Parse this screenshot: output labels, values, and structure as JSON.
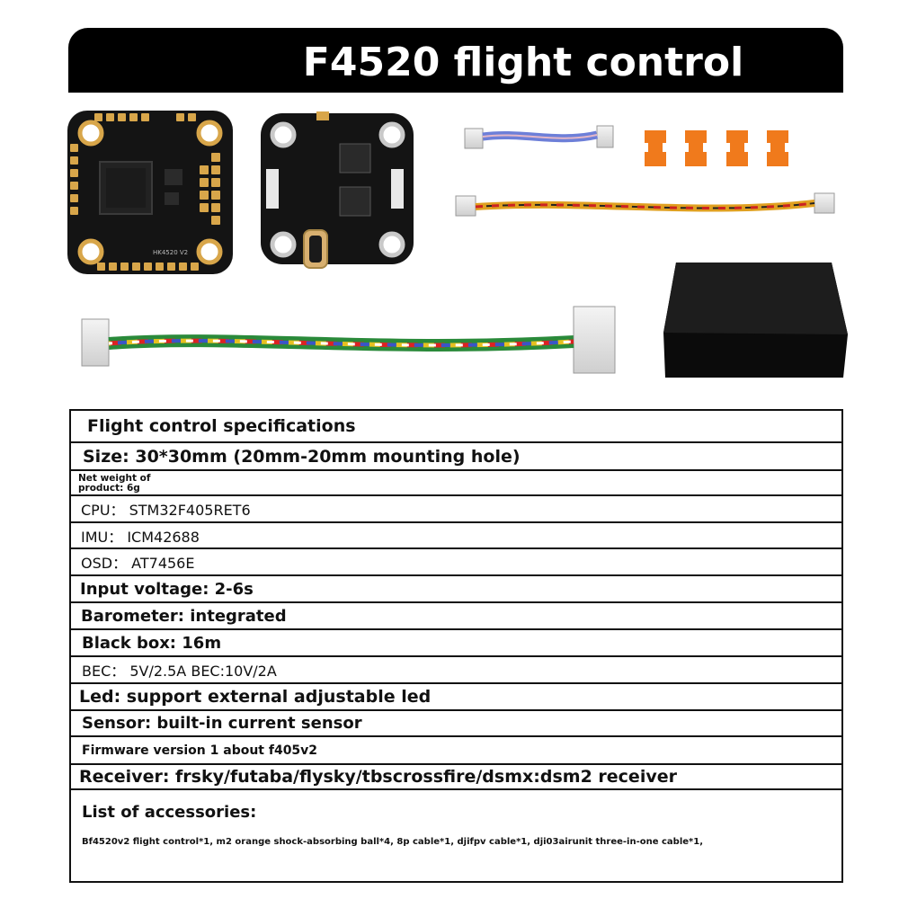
{
  "banner": {
    "title": "F4520 flight control"
  },
  "product_photo": {
    "boards": [
      {
        "silkscreen": "HK4520 V2"
      },
      {
        "silkscreen": ""
      }
    ],
    "colors": {
      "board": "#111111",
      "pad": "#d8a64a",
      "shock_ball": "#f07a1c",
      "box": "#0b0b0b"
    }
  },
  "specs": {
    "header": "Flight control specifications",
    "size": "Size: 30*30mm (20mm-20mm mounting hole)",
    "weight": "Net weight of product: 6g",
    "cpu": "CPU：  STM32F405RET6",
    "imu": "IMU：  ICM42688",
    "osd": "OSD：  AT7456E",
    "input_voltage": "Input voltage: 2-6s",
    "barometer": "Barometer: integrated",
    "black_box": "Black box: 16m",
    "bec": "BEC：  5V/2.5A    BEC:10V/2A",
    "led": "Led: support external adjustable led",
    "sensor": "Sensor: built-in current sensor",
    "firmware": "Firmware version 1 about f405v2",
    "receiver": "Receiver: frsky/futaba/flysky/tbscrossfire/dsmx:dsm2 receiver",
    "accessories_title": "List of accessories:",
    "accessories_list": "Bf4520v2 flight control*1, m2 orange shock-absorbing ball*4, 8p cable*1, djifpv cable*1, dji03airunit three-in-one cable*1,"
  }
}
